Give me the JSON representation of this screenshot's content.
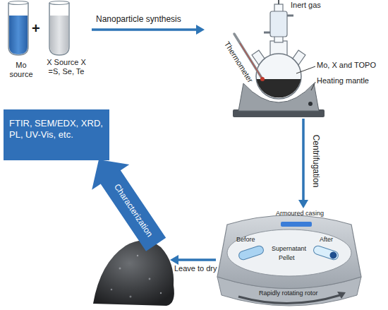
{
  "diagram": {
    "nodes": [
      {
        "text": [
          "Mo source"
        ]
      },
      {
        "text": [
          "X Source X =S, Se, Te"
        ]
      },
      {
        "text": [
          "Inert gas",
          "Thermometer",
          "Mo, X and TOPO",
          "Heating mantle"
        ]
      },
      {
        "text": [
          "Armoured casing",
          "Before",
          "After",
          "Supernatant",
          "Pellet",
          "Rapidly rotating rotor"
        ]
      },
      {
        "text": [
          "FTIR, SEM/EDX, XRD, PL, UV-Vis, etc."
        ]
      }
    ],
    "edges": [
      {
        "from": 1,
        "to": 2,
        "arrow": "to",
        "label": "Nanoparticle synthesis"
      },
      {
        "from": 2,
        "to": 3,
        "arrow": "to",
        "label": "Centrifugation"
      }
    ],
    "labels": [
      "+",
      "Leave to dry",
      "Characterization"
    ]
  }
}
